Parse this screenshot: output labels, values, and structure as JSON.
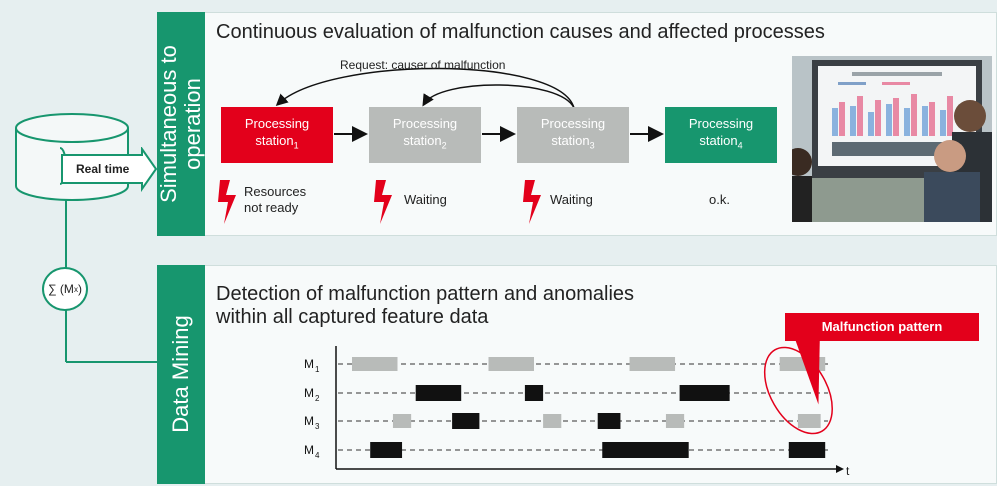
{
  "top_panel": {
    "side_label_line1": "Simultaneous to",
    "side_label_line2": "operation",
    "heading": "Continuous evaluation of malfunction causes and affected processes",
    "request_label": "Request: causer of malfunction",
    "stations": [
      {
        "label": "Processing",
        "name": "station",
        "sub": "1",
        "status": "Resources\nnot ready",
        "status_line1": "Resources",
        "status_line2": "not ready",
        "color": "#e3001b"
      },
      {
        "label": "Processing",
        "name": "station",
        "sub": "2",
        "status_line1": "Waiting",
        "color": "#b8bbb9"
      },
      {
        "label": "Processing",
        "name": "station",
        "sub": "3",
        "status_line1": "Waiting",
        "color": "#b8bbb9"
      },
      {
        "label": "Processing",
        "name": "station",
        "sub": "4",
        "status_line1": "o.k.",
        "color": "#17966e"
      }
    ]
  },
  "database": {
    "realtime_label": "Real time",
    "sum_label": "∑ (M",
    "sum_sub": "x",
    "sum_close": ")"
  },
  "bottom_panel": {
    "side_label": "Data Mining",
    "heading_line1": "Detection of malfunction pattern and anomalies",
    "heading_line2": "within all captured feature data",
    "callout": "Malfunction pattern",
    "t_label": "t"
  },
  "chart_data": {
    "type": "timeline",
    "rows": [
      {
        "name": "M",
        "sub": "1",
        "segments": [
          {
            "start": 0,
            "end": 1,
            "style": "gray"
          },
          {
            "start": 3,
            "end": 4,
            "style": "gray"
          },
          {
            "start": 6.1,
            "end": 7.1,
            "style": "gray"
          },
          {
            "start": 9.4,
            "end": 10.4,
            "style": "gray"
          }
        ]
      },
      {
        "name": "M",
        "sub": "2",
        "segments": [
          {
            "start": 1.4,
            "end": 2.4,
            "style": "black"
          },
          {
            "start": 3.8,
            "end": 4.2,
            "style": "black"
          },
          {
            "start": 7.2,
            "end": 8.3,
            "style": "black"
          }
        ]
      },
      {
        "name": "M",
        "sub": "3",
        "segments": [
          {
            "start": 0.9,
            "end": 1.3,
            "style": "gray"
          },
          {
            "start": 2.2,
            "end": 2.8,
            "style": "black"
          },
          {
            "start": 4.2,
            "end": 4.6,
            "style": "gray"
          },
          {
            "start": 5.4,
            "end": 5.9,
            "style": "black"
          },
          {
            "start": 6.9,
            "end": 7.3,
            "style": "gray"
          },
          {
            "start": 9.8,
            "end": 10.3,
            "style": "gray"
          }
        ]
      },
      {
        "name": "M",
        "sub": "4",
        "segments": [
          {
            "start": 0.4,
            "end": 1.1,
            "style": "black"
          },
          {
            "start": 5.5,
            "end": 7.4,
            "style": "black"
          },
          {
            "start": 9.6,
            "end": 10.4,
            "style": "black"
          }
        ]
      }
    ],
    "highlight": {
      "start": 9.2,
      "end": 10.6,
      "rows": [
        0,
        2
      ]
    },
    "x_label": "t",
    "colors": {
      "gray": "#b8bbb9",
      "black": "#111111",
      "accent": "#e3001b"
    }
  },
  "colors": {
    "green": "#17966e",
    "red": "#e3001b",
    "gray": "#b8bbb9"
  }
}
